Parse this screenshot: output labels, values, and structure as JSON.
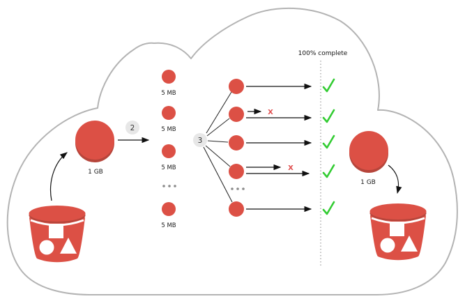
{
  "labels": {
    "progress": "100% complete",
    "source_object_size": "1 GB",
    "dest_object_size": "1 GB",
    "step2": "2",
    "step3": "3"
  },
  "parts": [
    {
      "label": "5 MB"
    },
    {
      "label": "5 MB"
    },
    {
      "label": "5 MB"
    },
    {
      "label": "5 MB"
    }
  ],
  "upload_rows": [
    {
      "index": 1,
      "first_attempt": "success"
    },
    {
      "index": 2,
      "first_attempt": "fail",
      "fail_mark": "X",
      "retry": "success"
    },
    {
      "index": 3,
      "first_attempt": "success"
    },
    {
      "index": 4,
      "first_attempt": "fail",
      "fail_mark": "X",
      "retry": "success"
    },
    {
      "index": 5,
      "first_attempt": "success"
    }
  ],
  "counts": {
    "visible_parts": 4,
    "visible_upload_rows": 5,
    "success_checks": 5,
    "failed_attempts": 2
  },
  "colors": {
    "object_red": "#dc5045",
    "object_red_shadow": "#b6453b",
    "bucket_red": "#dc5045",
    "check_green": "#33cc33",
    "fail_x_red": "#e05050",
    "badge_bg": "#e7e7e7",
    "badge_text": "#333333",
    "cloud_stroke": "#b3b3b3",
    "arrow_black": "#111111",
    "dotted_line_gray": "#999999",
    "ellipsis_gray": "#8a8a8a"
  }
}
